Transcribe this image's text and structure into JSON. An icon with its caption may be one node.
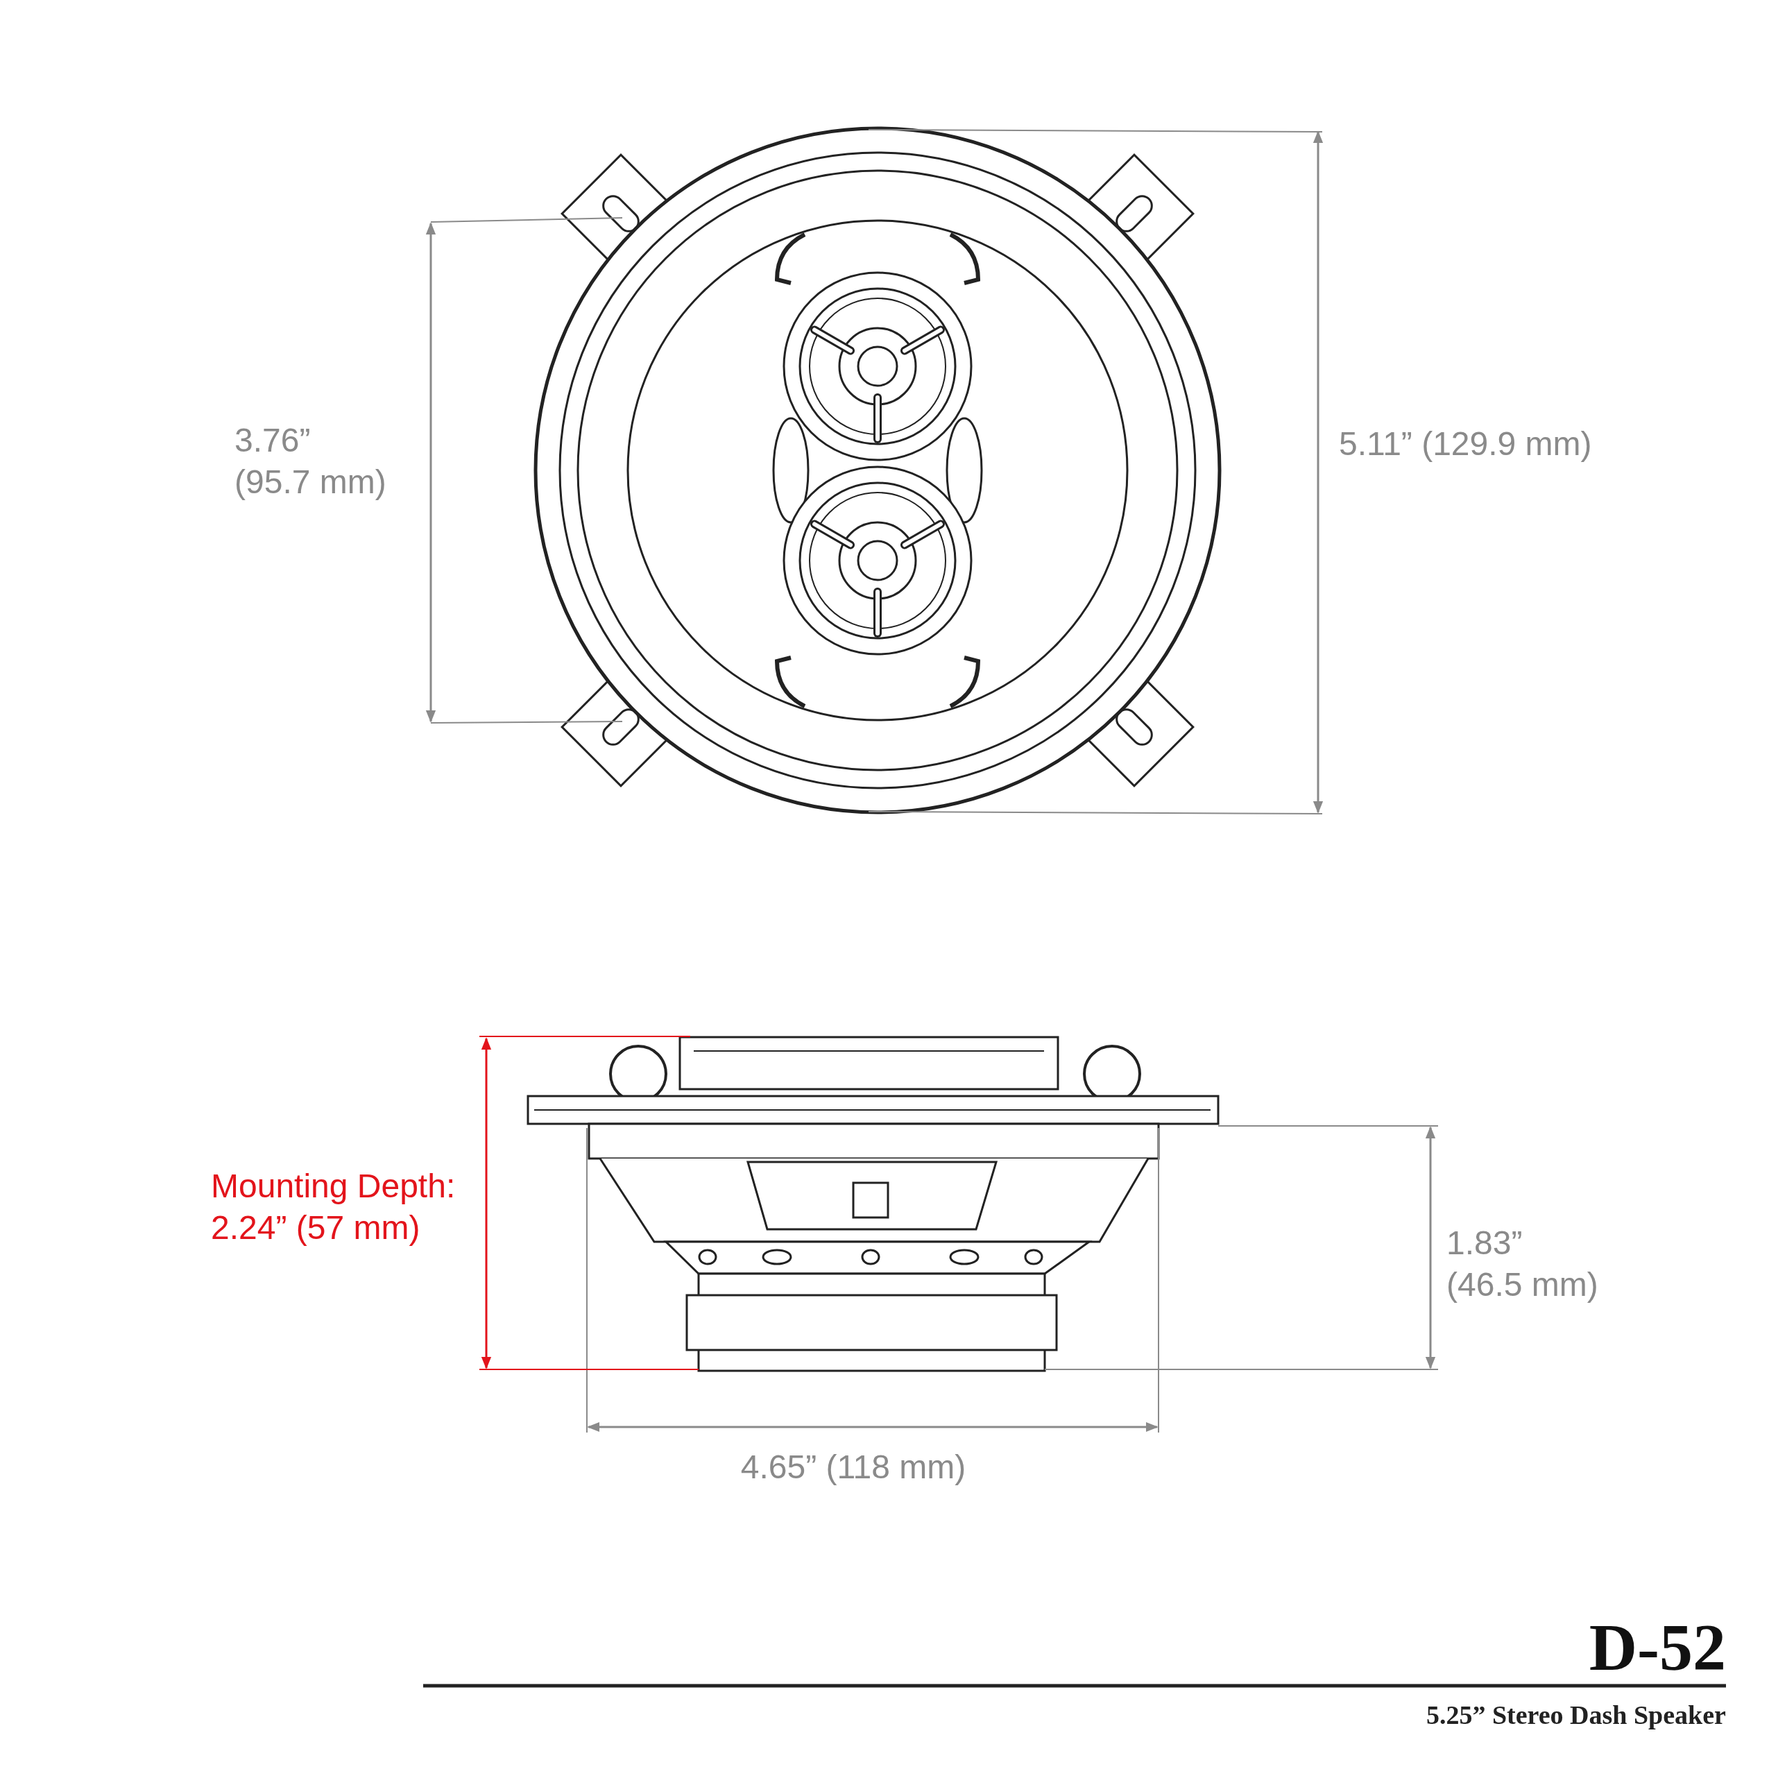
{
  "diagram": {
    "title": "D-52",
    "labels": [
      "3.76” (95.7 mm)",
      "5.11” (129.9 mm)",
      "Mounting Depth: 2.24” (57 mm)",
      "1.83” (46.5 mm)",
      "4.65” (118 mm)",
      "5.25” Stereo Dash Speaker"
    ]
  }
}
